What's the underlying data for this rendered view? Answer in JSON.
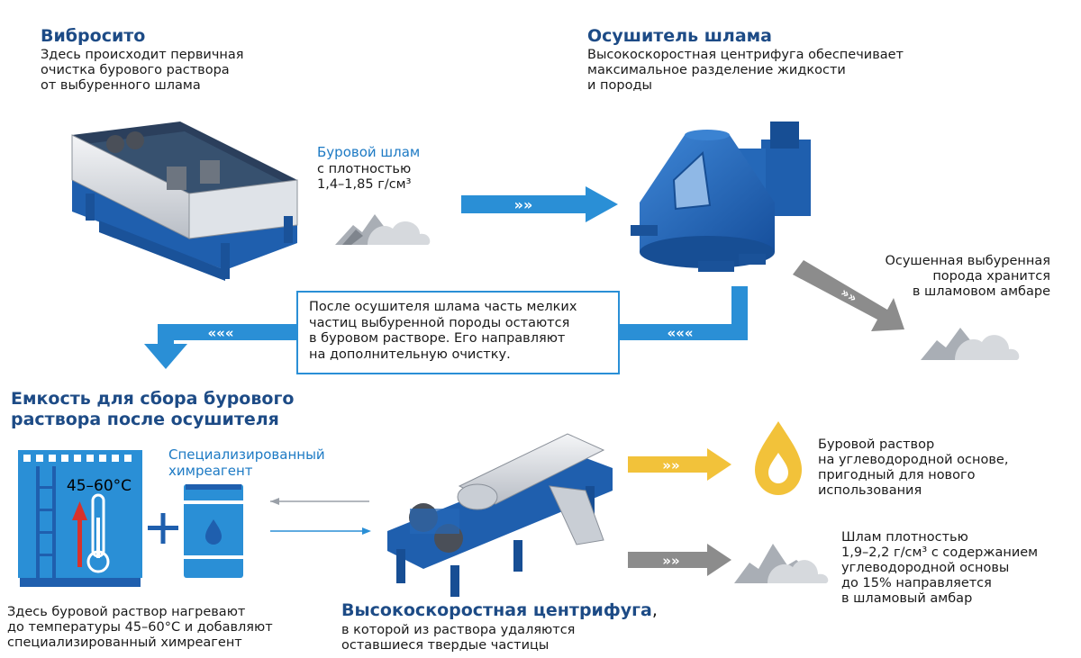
{
  "vibrosito": {
    "title": "Вибросито",
    "desc": "Здесь происходит первичная\nочистка бурового раствора\nот выбуренного шлама"
  },
  "dryer": {
    "title": "Осушитель шлама",
    "desc": "Высокоскоростная центрифуга обеспечивает\nмаксимальное разделение жидкости\nи породы"
  },
  "cuttings": {
    "label": "Буровой шлам",
    "desc": "с плотностью\n1,4–1,85 г/см³"
  },
  "dried_rock": {
    "desc": "Осушенная выбуренная\nпорода хранится\nв шламовом амбаре"
  },
  "note": {
    "text": "После осушителя шлама часть мелких\nчастиц выбуренной породы остаются\nв буровом растворе. Его направляют\nна дополнительную очистку."
  },
  "tank": {
    "title": "Емкость для сбора бурового\nраствора после осушителя",
    "temp": "45–60°C",
    "desc": "Здесь буровой раствор нагревают\nдо температуры 45–60°C и добавляют\nспециализированный химреагент"
  },
  "reagent": {
    "label": "Специализированный\nхимреагент"
  },
  "centrifuge": {
    "title": "Высокоскоростная центрифуга",
    "title_suffix": ",",
    "desc": "в которой из раствора удаляются\nоставшиеся твердые частицы"
  },
  "fluid_out": {
    "desc": "Буровой раствор\nна углеводородной основе,\nпригодный для нового\nиспользования"
  },
  "sludge_out": {
    "desc": "Шлам плотностью\n1,9–2,2 г/см³ с содержанием\nуглеводородной основы\nдо 15% направляется\nв шламовый амбар"
  },
  "colors": {
    "brand_blue": "#1d4b86",
    "arrow_blue": "#2a8fd6",
    "equipment_blue": "#1f5fae",
    "gray": "#8c8c8c",
    "yellow": "#f2c23a",
    "red": "#d8322b"
  }
}
